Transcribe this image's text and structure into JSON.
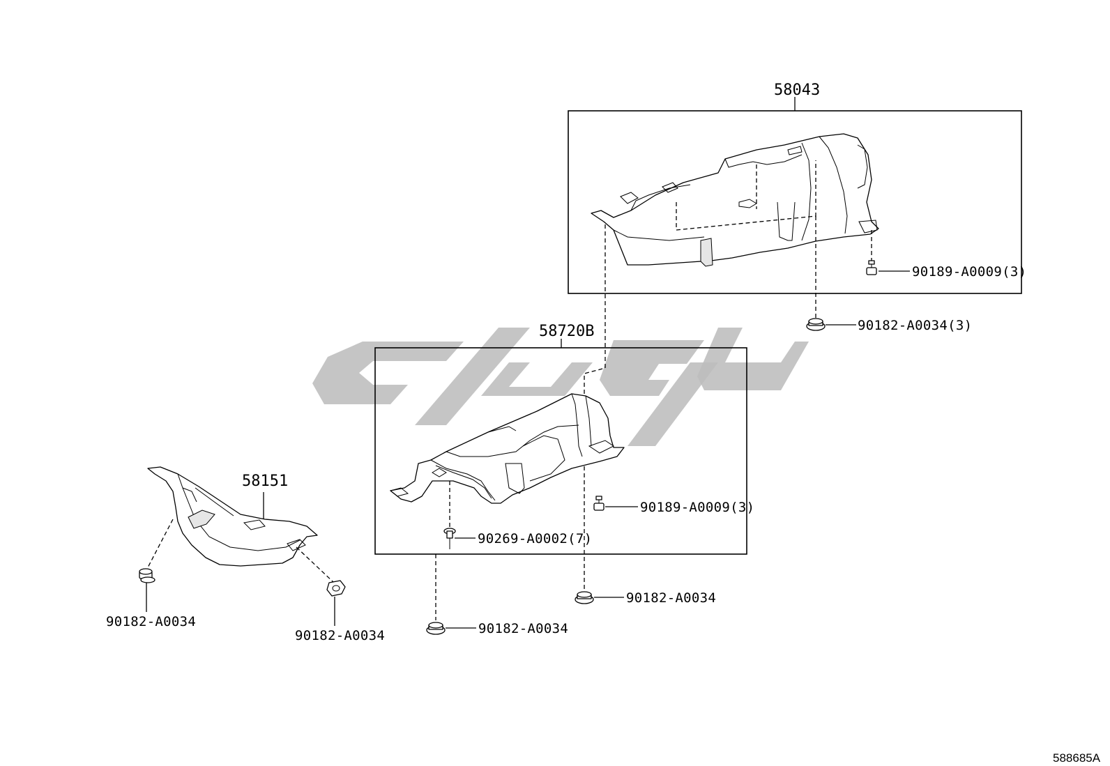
{
  "diagram": {
    "assemblies": [
      {
        "id": "58043",
        "label": "58043"
      },
      {
        "id": "58720B",
        "label": "58720B"
      },
      {
        "id": "58151",
        "label": "58151"
      }
    ],
    "fasteners": {
      "a_clip_top": "90189-A0009(3)",
      "a_nut_top": "90182-A0034(3)",
      "b_clip": "90189-A0009(3)",
      "b_rivet": "90269-A0002(7)",
      "b_nut_right": "90182-A0034",
      "b_nut_bottom": "90182-A0034",
      "c_nut_left": "90182-A0034",
      "c_nut_right": "90182-A0034"
    },
    "figure_code": "588685A"
  }
}
